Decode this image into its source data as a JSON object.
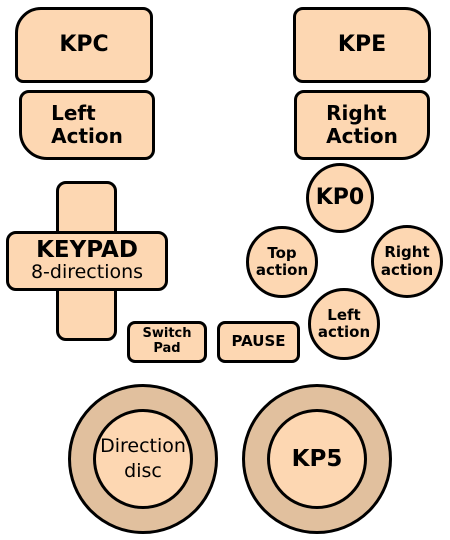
{
  "controller": {
    "kpc": "KPC",
    "kpe": "KPE",
    "left_action": [
      "Left",
      "Action"
    ],
    "right_action": [
      "Right",
      "Action"
    ],
    "keypad_title": "KEYPAD",
    "keypad_sub": "8-directions",
    "kp0": "KP0",
    "top_action": [
      "Top",
      "action"
    ],
    "right_action_small": [
      "Right",
      "action"
    ],
    "left_action_small": [
      "Left",
      "action"
    ],
    "switch_pad": [
      "Switch",
      "Pad"
    ],
    "pause": "PAUSE",
    "direction_disc": [
      "Direction",
      "disc"
    ],
    "kp5": "KP5"
  },
  "colors": {
    "button_fill": "#fdd7b2",
    "disc_ring": "#e1c09e",
    "outline": "#000000"
  }
}
